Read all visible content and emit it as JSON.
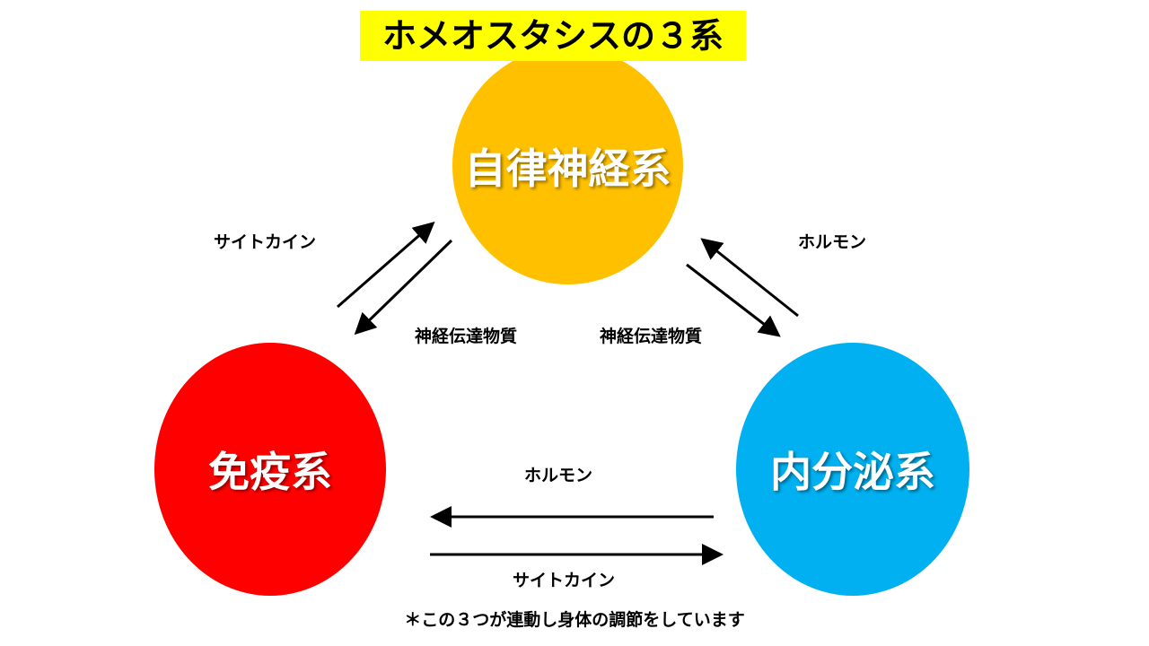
{
  "title": "ホメオスタシスの３系",
  "nodes": {
    "autonomic": {
      "label": "自律神経系",
      "color": "#ffc000"
    },
    "immune": {
      "label": "免疫系",
      "color": "#ff0000"
    },
    "endocrine": {
      "label": "内分泌系",
      "color": "#00b0f0"
    }
  },
  "edges": {
    "immune_to_autonomic": "サイトカイン",
    "autonomic_to_immune": "神経伝達物質",
    "autonomic_to_endocrine": "神経伝達物質",
    "endocrine_to_autonomic": "ホルモン",
    "endocrine_to_immune": "ホルモン",
    "immune_to_endocrine": "サイトカイン"
  },
  "note": "＊この３つが連動し身体の調節をしています",
  "colors": {
    "title_background": "#ffff00",
    "arrow": "#000000"
  }
}
